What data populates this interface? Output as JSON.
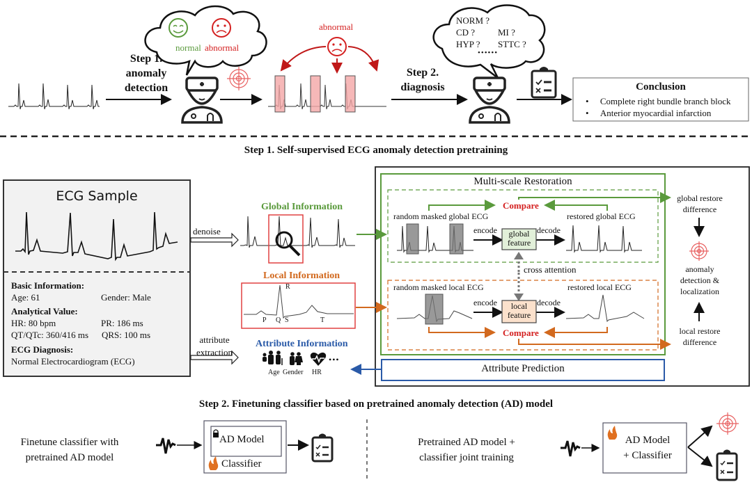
{
  "top": {
    "step1_label_line1": "Step 1.",
    "step1_label_line2": "anomaly",
    "step1_label_line3": "detection",
    "thought1_normal": "normal",
    "thought1_abnormal": "abnormal",
    "abnormal_label": "abnormal",
    "step2_label_line1": "Step 2.",
    "step2_label_line2": "diagnosis",
    "thought2_lines": [
      "NORM ?",
      "CD ?",
      "MI ?",
      "HYP ?",
      "STTC ?",
      "••••••"
    ],
    "conclusion": {
      "title": "Conclusion",
      "items": [
        "Complete right bundle branch block",
        "Anterior myocardial infarction"
      ]
    }
  },
  "step1": {
    "title": "Step 1. Self-supervised ECG anomaly detection pretraining",
    "ecg_sample": {
      "title": "ECG Sample",
      "basic_info_heading": "Basic Information:",
      "age": "Age: 61",
      "gender": "Gender: Male",
      "analytical_heading": "Analytical Value:",
      "hr": "HR: 80 bpm",
      "pr": "PR: 186 ms",
      "qt": "QT/QTc: 360/416 ms",
      "qrs": "QRS: 100 ms",
      "diagnosis_heading": "ECG Diagnosis:",
      "diagnosis": "Normal Electrocardiogram (ECG)"
    },
    "denoise": "denoise",
    "attribute_extraction_line1": "attribute",
    "attribute_extraction_line2": "extraction",
    "global_info": "Global Information",
    "local_info": "Local Information",
    "wave_labels": [
      "P",
      "Q",
      "S",
      "T",
      "R"
    ],
    "attribute_info": "Attribute Information",
    "attribute_icons": [
      "Age",
      "Gender",
      "HR"
    ],
    "attribute_more": "•••",
    "msr": {
      "title": "Multi-scale Restoration",
      "compare": "Compare",
      "random_masked_global": "random masked global ECG",
      "restored_global": "restored global ECG",
      "encode": "encode",
      "decode": "decode",
      "global_feature_line1": "global",
      "global_feature_line2": "feature",
      "cross_attention": "cross attention",
      "random_masked_local": "random masked local ECG",
      "restored_local": "restored local ECG",
      "local_feature_line1": "local",
      "local_feature_line2": "feature"
    },
    "attribute_prediction": "Attribute Prediction",
    "global_restore_line1": "global restore",
    "global_restore_line2": "difference",
    "anomaly_line1": "anomaly",
    "anomaly_line2": "detection &",
    "anomaly_line3": "localization",
    "local_restore_line1": "local restore",
    "local_restore_line2": "difference"
  },
  "step2": {
    "title": "Step 2. Finetuning classifier based on pretrained anomaly detection (AD) model",
    "left_desc_line1": "Finetune classifier with",
    "left_desc_line2": "pretrained AD model",
    "ad_model": "AD Model",
    "classifier": "Classifier",
    "right_desc_line1": "Pretrained  AD model +",
    "right_desc_line2": "classifier joint training",
    "joint_line1": "AD Model",
    "joint_line2": "+ Classifier"
  },
  "colors": {
    "green": "#5a9a3c",
    "orange": "#d2691e",
    "red": "#d42020",
    "blue": "#2a5aa8",
    "pink_fill": "#f4a6a6"
  }
}
